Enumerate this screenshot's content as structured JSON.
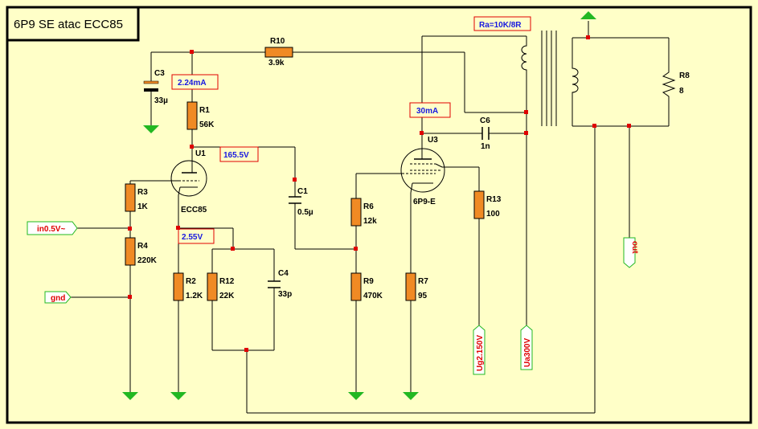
{
  "title": "6P9 SE atac ECC85",
  "components": {
    "R10": {
      "name": "R10",
      "value": "3.9k"
    },
    "C3": {
      "name": "C3",
      "value": "33µ"
    },
    "R1": {
      "name": "R1",
      "value": "56K"
    },
    "U1": {
      "name": "U1",
      "type": "ECC85"
    },
    "R3": {
      "name": "R3",
      "value": "1K"
    },
    "R4": {
      "name": "R4",
      "value": "220K"
    },
    "R2": {
      "name": "R2",
      "value": "1.2K"
    },
    "R12": {
      "name": "R12",
      "value": "22K"
    },
    "C4": {
      "name": "C4",
      "value": "33p"
    },
    "C1": {
      "name": "C1",
      "value": "0.5µ"
    },
    "R6": {
      "name": "R6",
      "value": "12k"
    },
    "R9": {
      "name": "R9",
      "value": "470K"
    },
    "U3": {
      "name": "U3",
      "type": "6P9-E"
    },
    "R7": {
      "name": "R7",
      "value": "95"
    },
    "R13": {
      "name": "R13",
      "value": "100"
    },
    "C6": {
      "name": "C6",
      "value": "1n"
    },
    "R8": {
      "name": "R8",
      "value": "8"
    }
  },
  "annotations": {
    "i_r1": "2.24mA",
    "v_plate1": "165.5V",
    "v_cathode1": "2.55V",
    "i_u3": "30mA",
    "transformer": "Ra=10K/8R"
  },
  "ports": {
    "in": "in0.5V~",
    "gnd": "gnd",
    "out": "out",
    "ug2": "Ug2.150V",
    "ua": "Ua300V"
  },
  "colors": {
    "background": "#ffffc8",
    "resistor": "#f08a24",
    "node": "#e00000",
    "ground": "#22b822",
    "measurement_text": "#1818e0",
    "port_text": "#e00000"
  }
}
